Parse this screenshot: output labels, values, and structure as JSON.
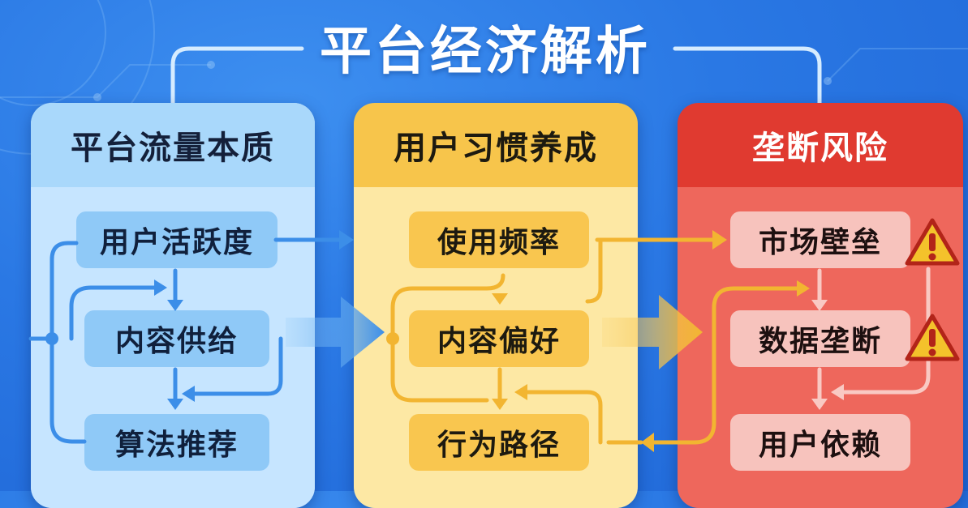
{
  "title": "平台经济解析",
  "panels": [
    {
      "heading": "平台流量本质",
      "nodes": [
        "用户活跃度",
        "内容供给",
        "算法推荐"
      ]
    },
    {
      "heading": "用户习惯养成",
      "nodes": [
        "使用频率",
        "内容偏好",
        "行为路径"
      ]
    },
    {
      "heading": "垄断风险",
      "nodes": [
        "市场壁垒",
        "数据垄断",
        "用户依赖"
      ]
    }
  ],
  "colors": {
    "background": "#2a78e4",
    "panel1": "#a9d8fb",
    "panel2": "#f7c54b",
    "panel3": "#e03a30",
    "arrow_blue": "#3c8ee8",
    "arrow_yellow": "#f2b531",
    "arrow_pink": "#f9c9c3",
    "warning": "#f4c22b"
  },
  "icons": [
    "warning-icon",
    "warning-icon"
  ]
}
